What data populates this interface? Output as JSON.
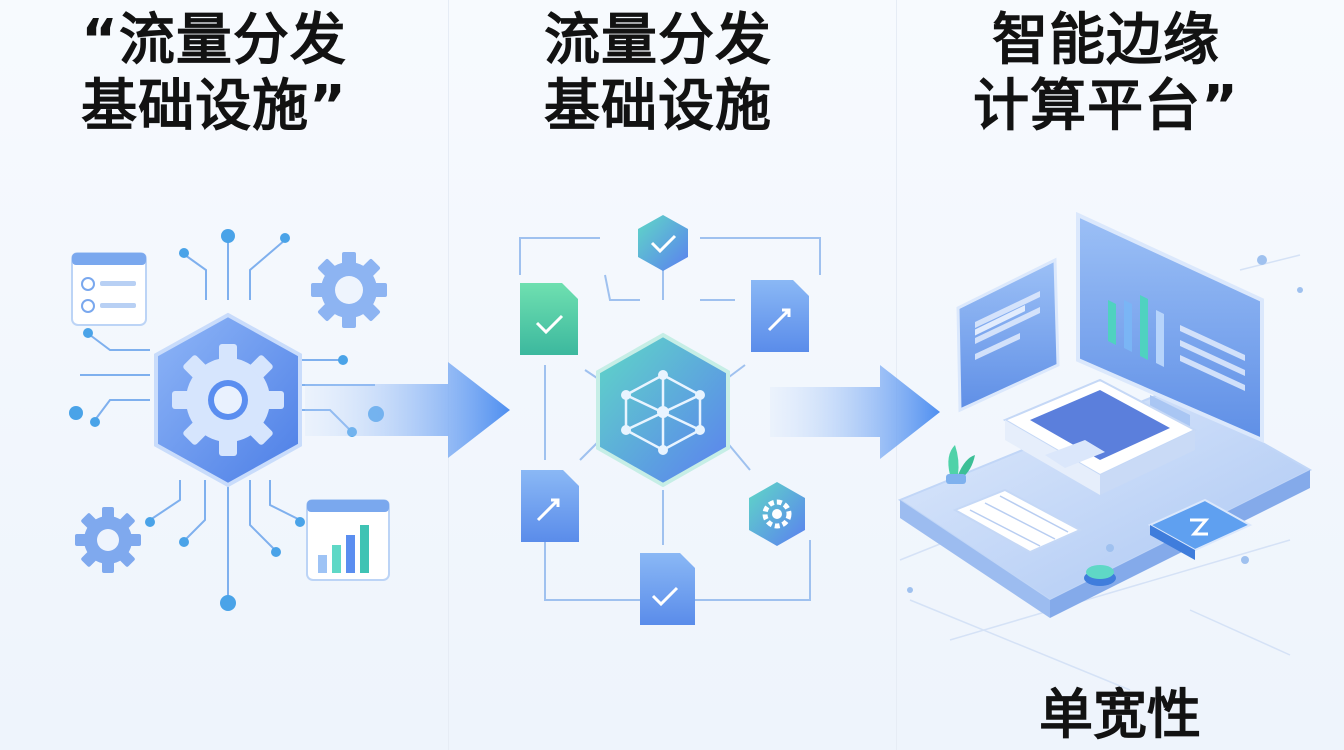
{
  "panels": [
    {
      "title_line1": "“流量分发",
      "title_line2": "基础设施”"
    },
    {
      "title_line1": "流量分发",
      "title_line2": "基础设施"
    },
    {
      "title_line1": "智能边缘",
      "title_line2": "计算平台”"
    }
  ],
  "bottom_label": "单宽性",
  "colors": {
    "primary_blue": "#5b8ef0",
    "teal": "#3fc3b4",
    "light_blue": "#9ec3f5",
    "text": "#121212"
  },
  "icons": [
    "gear-icon",
    "checkmark-icon",
    "document-icon",
    "bar-chart-icon",
    "computer-monitor-icon",
    "laptop-icon",
    "keyboard-icon",
    "plant-icon"
  ]
}
